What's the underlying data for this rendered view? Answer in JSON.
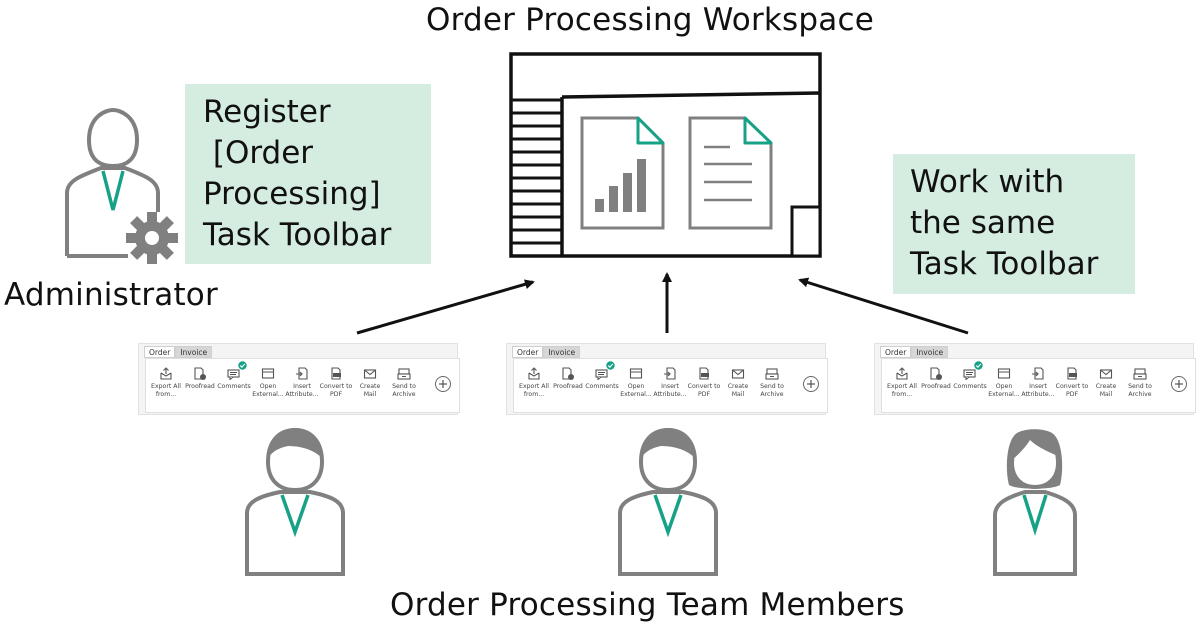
{
  "workspace": {
    "title": "Order Processing Workspace"
  },
  "admin": {
    "label": "Administrator",
    "note_lines": [
      "Register",
      " [Order",
      "Processing]",
      "Task Toolbar"
    ]
  },
  "share_note": {
    "lines": [
      "Work with",
      "the same",
      "Task Toolbar"
    ]
  },
  "team": {
    "label": "Order Processing Team Members"
  },
  "toolbar": {
    "tabs": [
      "Order",
      "Invoice"
    ],
    "items": [
      {
        "label": "Export All\nfrom...",
        "icon": "export-icon"
      },
      {
        "label": "Proofread",
        "icon": "proofread-icon"
      },
      {
        "label": "Comments",
        "icon": "comments-icon"
      },
      {
        "label": "Open\nExternal...",
        "icon": "open-external-icon"
      },
      {
        "label": "Insert\nAttribute...",
        "icon": "insert-attribute-icon"
      },
      {
        "label": "Convert to\nPDF",
        "icon": "convert-pdf-icon"
      },
      {
        "label": "Create\nMail",
        "icon": "mail-icon"
      },
      {
        "label": "Send to\nArchive",
        "icon": "archive-icon"
      }
    ]
  },
  "colors": {
    "accent": "#17a287",
    "note_bg": "#d5ece0",
    "icon_gray": "#808080",
    "line": "#111111"
  }
}
